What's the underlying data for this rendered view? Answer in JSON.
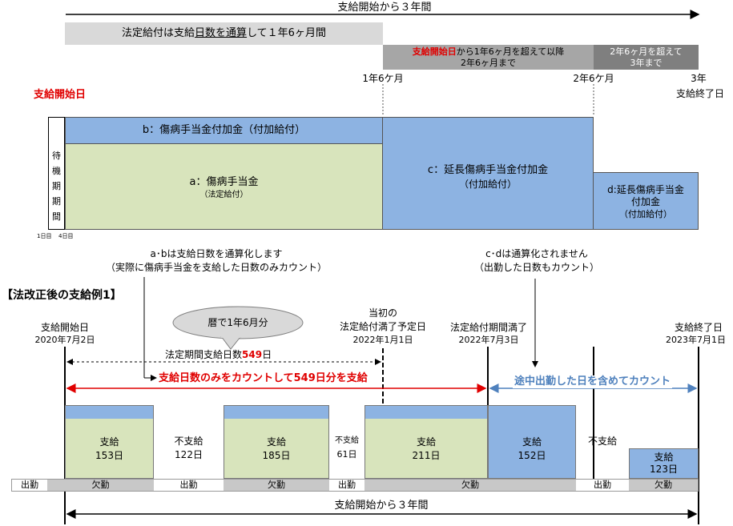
{
  "top": {
    "span_label": "支給開始から３年間",
    "statutory_note_pre": "法定給付は支給",
    "statutory_note_ul": "日数を通算",
    "statutory_note_post": "して１年6ヶ月間",
    "period2_red": "支給開始日",
    "period2_rest": "から1年6ヶ月を超えて以降",
    "period2_line2": "2年6ヶ月まで",
    "period3_line1": "2年6ヶ月を超えて",
    "period3_line2": "3年まで",
    "mark_1y6m": "1年6ケ月",
    "mark_2y6m": "2年6ケ月",
    "mark_3y": "3年",
    "end_label": "支給終了日",
    "start_label": "支給開始日",
    "waiting": [
      "待",
      "機",
      "期",
      "間"
    ],
    "day1": "1日目",
    "day4": "4日目",
    "block_b": "b：傷病手当金付加金（付加給付）",
    "block_a_line1": "a：傷病手当金",
    "block_a_line2": "（法定給付）",
    "block_c_line1": "c：延長傷病手当金付加金",
    "block_c_line2": "（付加給付）",
    "block_d_line1": "d:延長傷病手当金",
    "block_d_line2": "付加金",
    "block_d_line3": "（付加給付）"
  },
  "notes": {
    "ab_line1": "a･bは支給日数を通算化します",
    "ab_line2": "（実際に傷病手当金を支給した日数のみカウント）",
    "cd_line1": "c･dは通算化されません",
    "cd_line2": "（出勤した日数もカウント）"
  },
  "example": {
    "title": "【法改正後の支給例1】",
    "callout": "暦で1年6月分",
    "start_label": "支給開始日",
    "start_date": "2020年7月2日",
    "initial_line1": "当初の",
    "initial_line2": "法定給付満了予定日",
    "initial_date": "2022年1月1日",
    "expiry_label": "法定給付期間満了",
    "expiry_date": "2022年7月3日",
    "end_label": "支給終了日",
    "end_date": "2023年7月1日",
    "statutory_days_pre": "法定期間支給日数",
    "statutory_days_num": "549",
    "statutory_days_post": "日",
    "red_arrow_label": "支給日数のみをカウントして549日分を支給",
    "blue_arrow_label": "途中出勤した日を含めてカウント",
    "bottom_span": "支給開始から３年間",
    "segments": [
      {
        "kind": "pay-green",
        "l1": "支給",
        "l2": "153日"
      },
      {
        "kind": "gap",
        "l1": "不支給",
        "l2": "122日"
      },
      {
        "kind": "pay-green",
        "l1": "支給",
        "l2": "185日"
      },
      {
        "kind": "gap",
        "l1": "不支給",
        "l2": "61日"
      },
      {
        "kind": "pay-green",
        "l1": "支給",
        "l2": "211日"
      },
      {
        "kind": "pay-blue",
        "l1": "支給",
        "l2": "152日"
      },
      {
        "kind": "gap",
        "l1": "不支給",
        "l2": ""
      },
      {
        "kind": "pay-blue",
        "l1": "支給",
        "l2": "123日"
      }
    ],
    "status_bar": [
      "出勤",
      "欠勤",
      "出勤",
      "欠勤",
      "出勤",
      "欠勤",
      "出勤",
      "欠勤"
    ]
  },
  "colors": {
    "green": "#d8e4bc",
    "blue": "#8db3e2",
    "red": "#e00000",
    "bluetext": "#4f81bd",
    "grey_dark": "#7f7f7f",
    "grey_mid": "#a6a6a6",
    "grey_light": "#d9d9d9"
  }
}
